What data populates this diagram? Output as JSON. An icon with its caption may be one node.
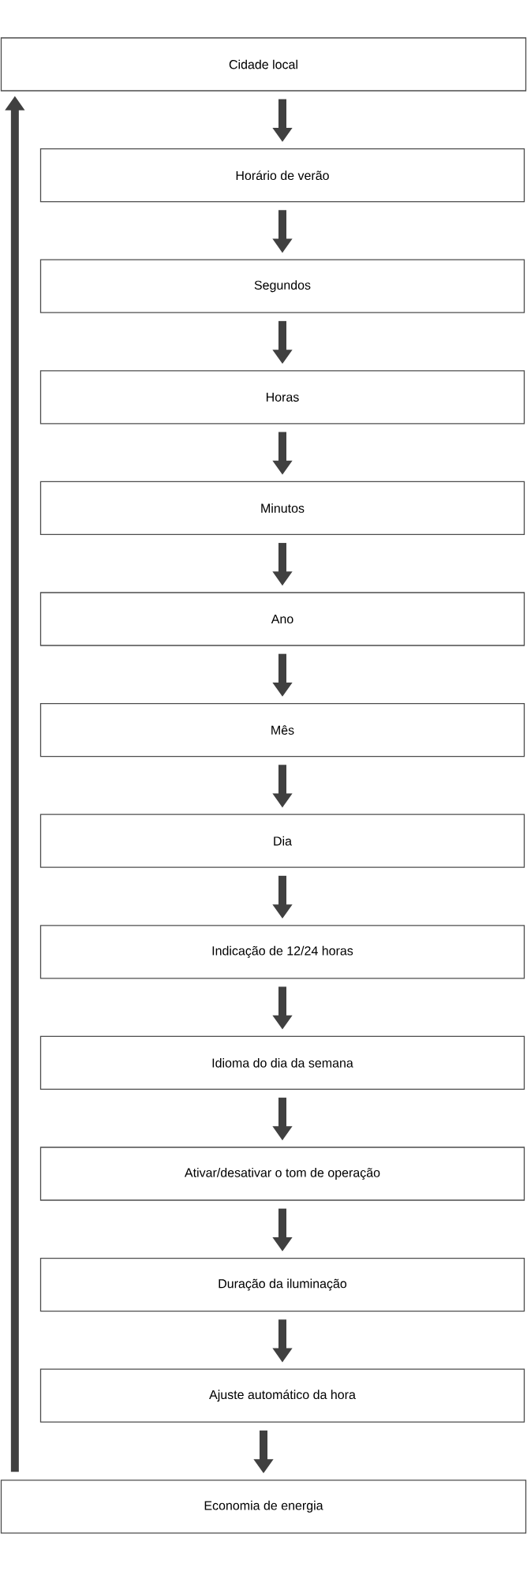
{
  "diagram": {
    "nodes": [
      {
        "text": [
          "Cidade local"
        ]
      },
      {
        "text": [
          "Horário de verão"
        ]
      },
      {
        "text": [
          "Segundos"
        ]
      },
      {
        "text": [
          "Horas"
        ]
      },
      {
        "text": [
          "Minutos"
        ]
      },
      {
        "text": [
          "Ano"
        ]
      },
      {
        "text": [
          "Mês"
        ]
      },
      {
        "text": [
          "Dia"
        ]
      },
      {
        "text": [
          "Indicação de 12/24 horas"
        ]
      },
      {
        "text": [
          "Idioma do dia da semana"
        ]
      },
      {
        "text": [
          "Ativar/desativar o tom de operação"
        ]
      },
      {
        "text": [
          "Duração da iluminação"
        ]
      },
      {
        "text": [
          "Ajuste automático da hora"
        ]
      },
      {
        "text": [
          "Economia de energia"
        ]
      }
    ],
    "edges": [
      {
        "from": 0,
        "to": 1,
        "arrow": "to"
      },
      {
        "from": 1,
        "to": 2,
        "arrow": "to"
      },
      {
        "from": 2,
        "to": 3,
        "arrow": "to"
      },
      {
        "from": 3,
        "to": 4,
        "arrow": "to"
      },
      {
        "from": 4,
        "to": 5,
        "arrow": "to"
      },
      {
        "from": 5,
        "to": 6,
        "arrow": "to"
      },
      {
        "from": 6,
        "to": 7,
        "arrow": "to"
      },
      {
        "from": 7,
        "to": 8,
        "arrow": "to"
      },
      {
        "from": 8,
        "to": 9,
        "arrow": "to"
      },
      {
        "from": 9,
        "to": 10,
        "arrow": "to"
      },
      {
        "from": 10,
        "to": 11,
        "arrow": "to"
      },
      {
        "from": 11,
        "to": 12,
        "arrow": "to"
      },
      {
        "from": 12,
        "to": 13,
        "arrow": "to"
      },
      {
        "from": 13,
        "to": 0,
        "arrow": "to"
      }
    ]
  }
}
